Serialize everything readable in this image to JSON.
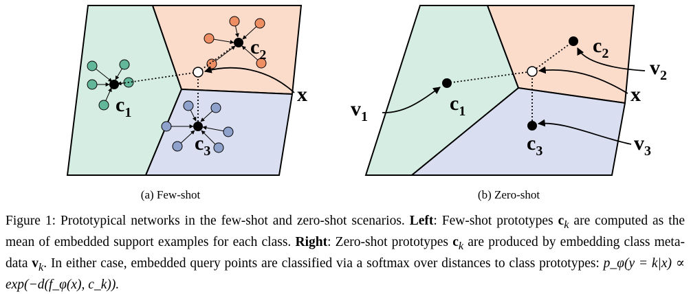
{
  "panel_a": {
    "subcaption": "(a) Few-shot",
    "centroid_labels": [
      "c",
      "c",
      "c"
    ],
    "centroid_subscripts": [
      "1",
      "2",
      "3"
    ],
    "query_label": "x",
    "colors": {
      "region1": "#d6ede3",
      "region2": "#fbdccb",
      "region3": "#d9def0",
      "class1": "#62b69a",
      "class2": "#ee8e63",
      "class3": "#8fa2cc"
    }
  },
  "panel_b": {
    "subcaption": "(b) Zero-shot",
    "centroid_labels": [
      "c",
      "c",
      "c"
    ],
    "centroid_subscripts": [
      "1",
      "2",
      "3"
    ],
    "meta_labels": [
      "v",
      "v",
      "v"
    ],
    "meta_subscripts": [
      "1",
      "2",
      "3"
    ],
    "query_label": "x"
  },
  "caption": {
    "prefix": "Figure 1: Prototypical networks in the few-shot and zero-shot scenarios.",
    "left_label": "Left",
    "left_text_1": ": Few-shot prototypes",
    "left_text_2": "are computed as the mean of embedded support examples for each class.",
    "right_label": "Right",
    "right_text_1": ": Zero-shot prototypes",
    "right_text_2": "are produced by embedding class meta-data",
    "end_text": ". In either case, embedded query points are classified via a softmax over distances to class prototypes:",
    "formula": "p_φ(y = k|x) ∝ exp(−d(f_φ(x), c_k))."
  }
}
